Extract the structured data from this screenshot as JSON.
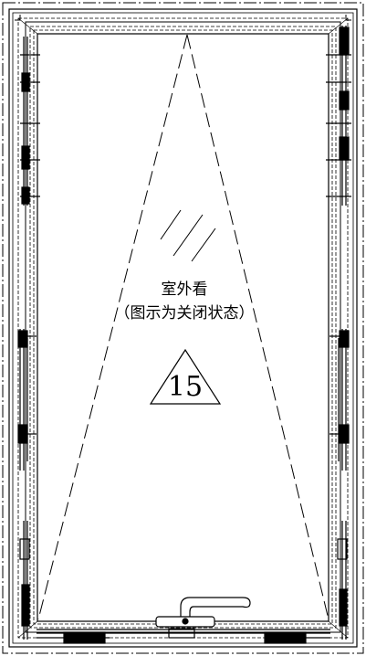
{
  "labels": {
    "view_side": "室外看",
    "state_note": "（图示为关闭状态）",
    "marker_number": "15"
  },
  "colors": {
    "line": "#000000",
    "background": "#ffffff"
  }
}
